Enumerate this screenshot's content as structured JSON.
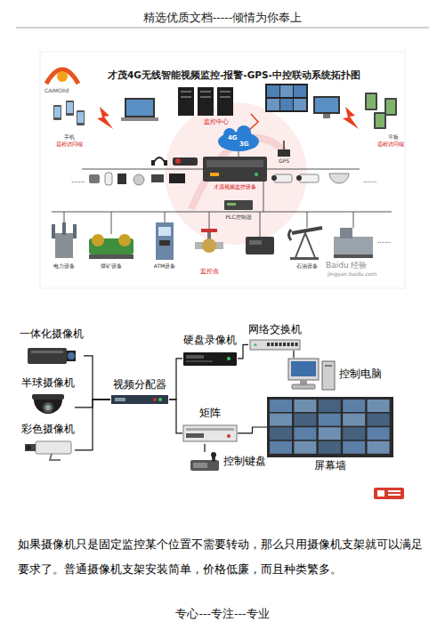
{
  "diagram": {
    "title": "精选优质文档-----倾情为你奉上",
    "caption": "专心---专注---专业",
    "nodes": [
      {
        "text": [
          "一体化摄像机"
        ]
      },
      {
        "text": [
          "半球摄像机"
        ]
      },
      {
        "text": [
          "彩色摄像机"
        ]
      },
      {
        "text": [
          "视频分配器"
        ]
      },
      {
        "text": [
          "硬盘录像机"
        ]
      },
      {
        "text": [
          "网络交换机"
        ]
      },
      {
        "text": [
          "控制电脑"
        ]
      },
      {
        "text": [
          "矩阵"
        ]
      },
      {
        "text": [
          "屏幕墙"
        ]
      },
      {
        "text": [
          "控制键盘"
        ]
      }
    ],
    "edges": [
      {
        "from": 0,
        "to": 3,
        "arrow": "none"
      },
      {
        "from": 1,
        "to": 3,
        "arrow": "none"
      },
      {
        "from": 2,
        "to": 3,
        "arrow": "none"
      },
      {
        "from": 3,
        "to": 4,
        "arrow": "none"
      },
      {
        "from": 3,
        "to": 7,
        "arrow": "none"
      },
      {
        "from": 4,
        "to": 5,
        "arrow": "none"
      },
      {
        "from": 5,
        "to": 6,
        "arrow": "none"
      },
      {
        "from": 7,
        "to": 8,
        "arrow": "none"
      },
      {
        "from": 7,
        "to": 9,
        "arrow": "none"
      }
    ],
    "labels": [
      "才茂4G无线智能视频监控-报警-GPS-中控联动系统拓扑图",
      "CAIMORE",
      "手机",
      "远程访问端",
      "监控中心",
      "平板",
      "远程访问端",
      "4G",
      "3G",
      "GPS",
      "才茂视频监控设备",
      "......",
      "......",
      "PLC控制器",
      "电力设备",
      "煤矿设备",
      "ATM设备",
      "监控点",
      "石油设备",
      "......",
      "Baidu 经验",
      "jingyan.baidu.com",
      "如果摄像机只是固定监控某个位置不需要转动，那么只用摄像机支架就可以满足要求了。普通摄像机支架安装简单，价格低廉，而且种类繁多。"
    ]
  }
}
